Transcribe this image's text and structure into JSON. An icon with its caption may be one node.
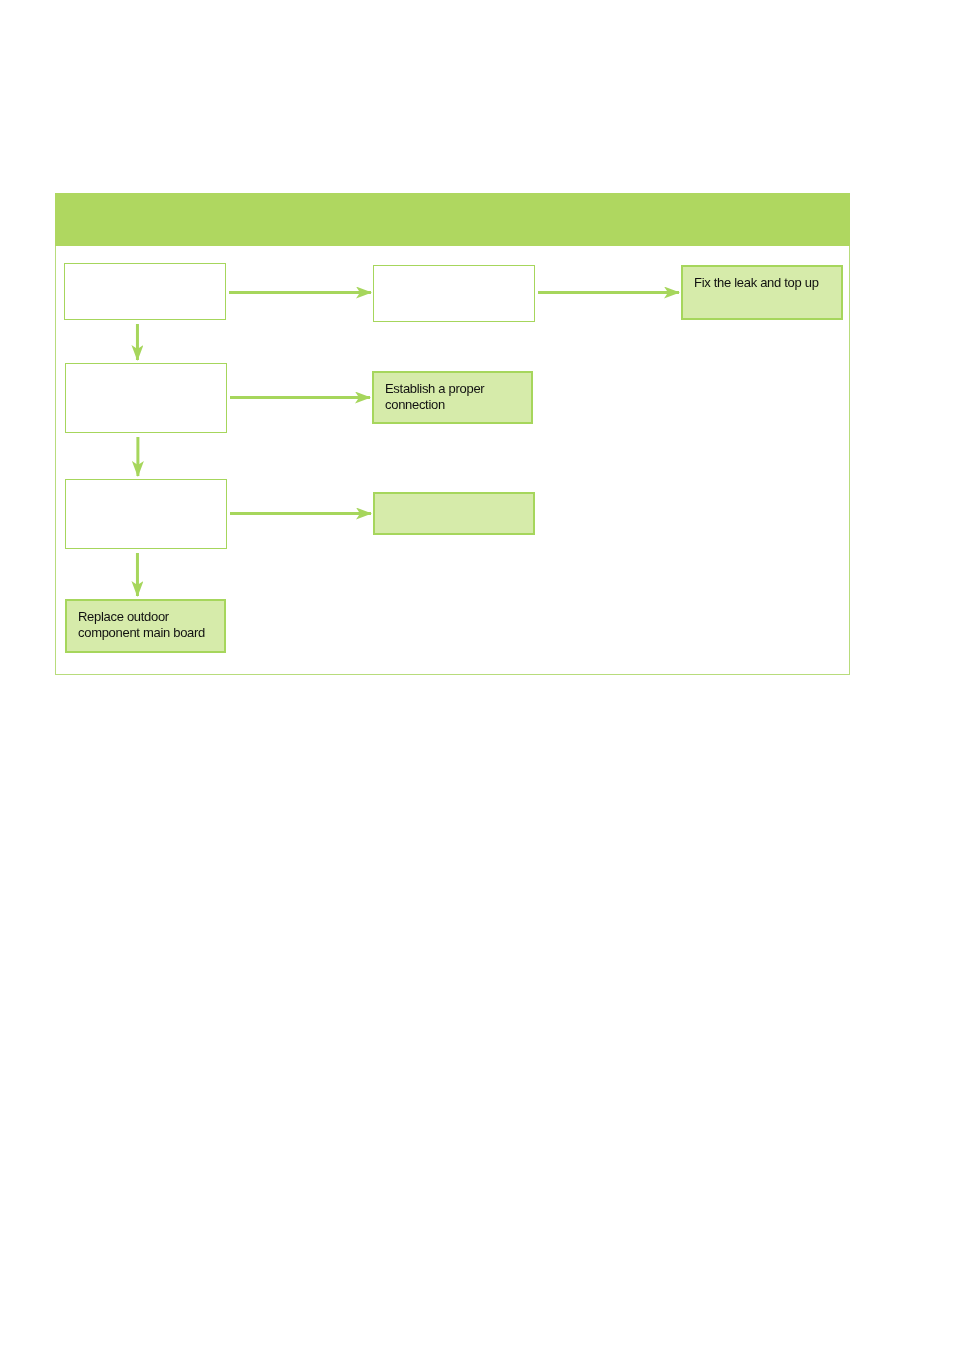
{
  "diagram": {
    "nodes": [
      {
        "text": [],
        "shape": "box"
      },
      {
        "text": [],
        "shape": "box"
      },
      {
        "text": [
          "Fix the leak and top up"
        ]
      },
      {
        "text": [],
        "shape": "box"
      },
      {
        "text": [
          "Establish a proper connection"
        ]
      },
      {
        "text": [],
        "shape": "box"
      },
      {
        "text": [],
        "shape": "box"
      },
      {
        "text": [
          "Replace outdoor component main board"
        ]
      }
    ],
    "edges": [
      {
        "from": 0,
        "to": 1,
        "arrow": "to"
      },
      {
        "from": 1,
        "to": 2,
        "arrow": "to"
      },
      {
        "from": 0,
        "to": 3,
        "arrow": "to"
      },
      {
        "from": 3,
        "to": 4,
        "arrow": "to"
      },
      {
        "from": 3,
        "to": 5,
        "arrow": "to"
      },
      {
        "from": 5,
        "to": 6,
        "arrow": "to"
      },
      {
        "from": 5,
        "to": 7,
        "arrow": "to"
      }
    ]
  }
}
